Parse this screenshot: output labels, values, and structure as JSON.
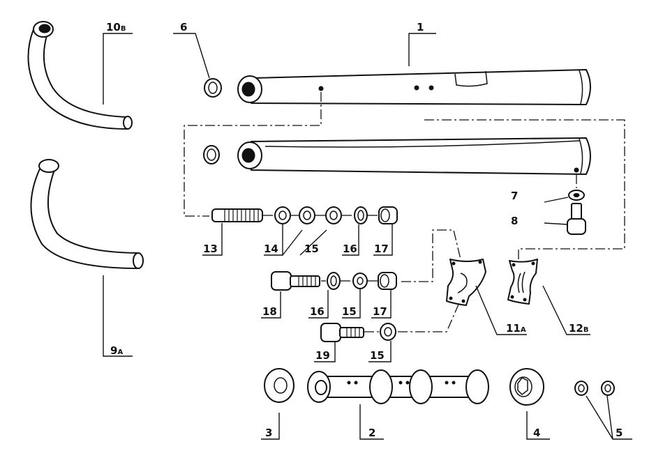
{
  "labels": {
    "p1": "1",
    "p2": "2",
    "p3": "3",
    "p4": "4",
    "p5": "5",
    "p6": "6",
    "p7": "7",
    "p8": "8",
    "p9": "9",
    "p9s": "A",
    "p10": "10",
    "p10s": "B",
    "p11": "11",
    "p11s": "A",
    "p12": "12",
    "p12s": "B",
    "p13": "13",
    "p14": "14",
    "p15a": "15",
    "p16a": "16",
    "p17a": "17",
    "p18": "18",
    "p16b": "16",
    "p15b": "15",
    "p17b": "17",
    "p19": "19",
    "p15c": "15"
  },
  "colors": {
    "ink": "#111111",
    "paper": "#ffffff"
  }
}
